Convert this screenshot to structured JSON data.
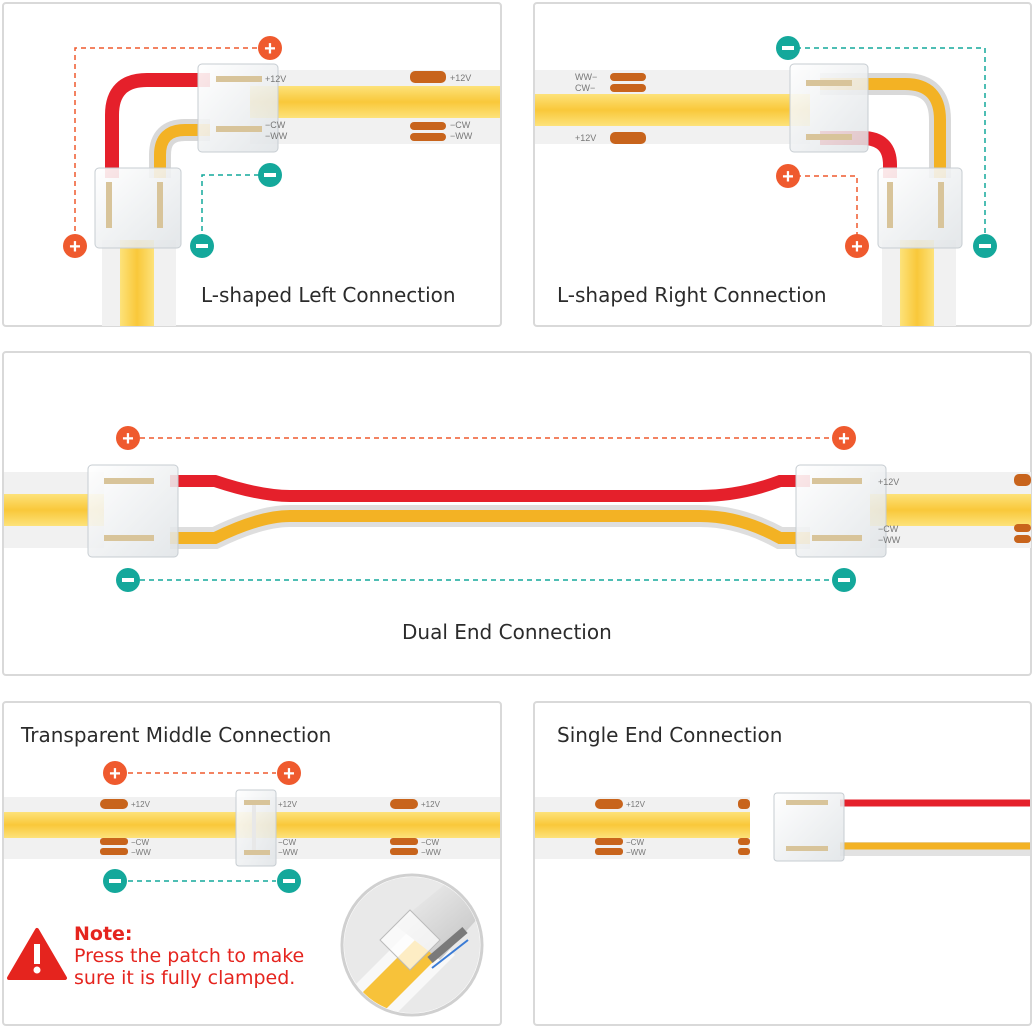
{
  "colors": {
    "positive": "#ef5a2e",
    "negative": "#14a89b",
    "red_wire": "#e5202b",
    "amber_wire": "#f3b224",
    "strip_light": "#fcd24a",
    "warning": "#e5241e"
  },
  "labels": {
    "pos12v": "+12V",
    "cw": "−CW",
    "ww": "−WW",
    "plus": "+",
    "minus": "−"
  },
  "panels": {
    "l_left": {
      "title": "L-shaped Left Connection"
    },
    "l_right": {
      "title": "L-shaped Right Connection"
    },
    "dual": {
      "title": "Dual End Connection"
    },
    "middle": {
      "title": "Transparent Middle Connection"
    },
    "single": {
      "title": "Single End Connection"
    }
  },
  "note": {
    "title": "Note:",
    "line1": "Press the patch to make",
    "line2": "sure it is fully clamped.",
    "icon": "warning-triangle-icon"
  }
}
